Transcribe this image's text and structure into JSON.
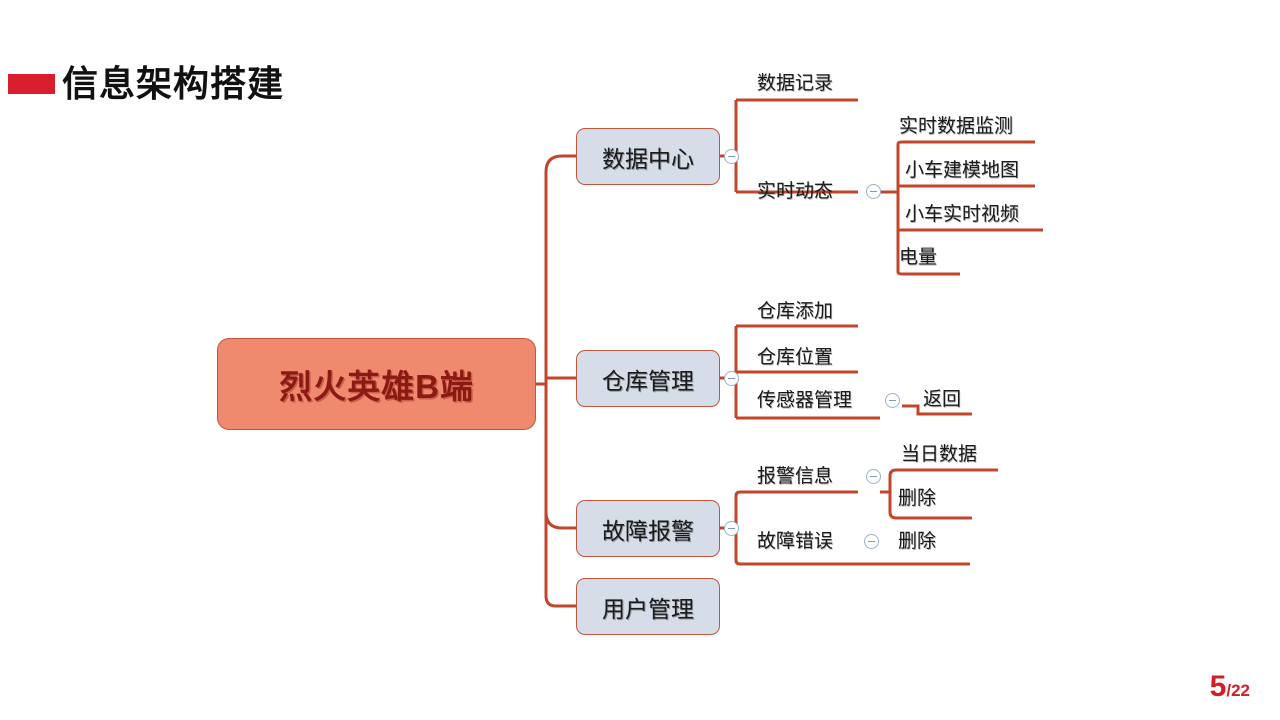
{
  "slide": {
    "title": "信息架构搭建",
    "page_current": "5",
    "page_total": "/22",
    "accent_red": "#D91F2D",
    "connector_color": "#C1462B",
    "root_fill": "#F08A6F",
    "node_fill": "#D6DCE8"
  },
  "mindmap": {
    "root": {
      "label": "烈火英雄B端"
    },
    "branches": [
      {
        "label": "数据中心",
        "collapse_icon": "minus-circle-icon",
        "children": [
          {
            "label": "数据记录"
          },
          {
            "label": "实时动态",
            "collapse_icon": "minus-circle-icon",
            "children": [
              {
                "label": "实时数据监测"
              },
              {
                "label": "小车建模地图"
              },
              {
                "label": "小车实时视频"
              },
              {
                "label": "电量"
              }
            ]
          }
        ]
      },
      {
        "label": "仓库管理",
        "collapse_icon": "minus-circle-icon",
        "children": [
          {
            "label": "仓库添加"
          },
          {
            "label": "仓库位置"
          },
          {
            "label": "传感器管理",
            "collapse_icon": "minus-circle-icon",
            "children": [
              {
                "label": "返回"
              }
            ]
          }
        ]
      },
      {
        "label": "故障报警",
        "collapse_icon": "minus-circle-icon",
        "children": [
          {
            "label": "报警信息",
            "collapse_icon": "minus-circle-icon",
            "children": [
              {
                "label": "当日数据"
              },
              {
                "label": "删除"
              }
            ]
          },
          {
            "label": "故障错误",
            "collapse_icon": "minus-circle-icon",
            "children": [
              {
                "label": "删除"
              }
            ]
          }
        ]
      },
      {
        "label": "用户管理",
        "children": []
      }
    ]
  }
}
